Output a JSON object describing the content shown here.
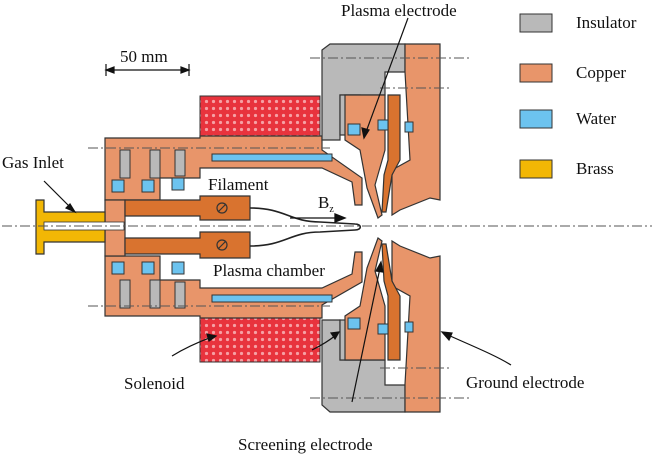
{
  "legend": {
    "items": [
      {
        "label": "Insulator",
        "color": "#b9b9b9"
      },
      {
        "label": "Copper",
        "color": "#e8956a"
      },
      {
        "label": "Water",
        "color": "#6cc3ef"
      },
      {
        "label": "Brass",
        "color": "#f2b705"
      }
    ]
  },
  "labels": {
    "plasma_electrode": "Plasma electrode",
    "scale_bar": "50 mm",
    "gas_inlet": "Gas Inlet",
    "filament": "Filament",
    "field": "B",
    "field_sub": "z",
    "plasma_chamber": "Plasma chamber",
    "solenoid": "Solenoid",
    "ground_electrode": "Ground electrode",
    "screening_electrode": "Screening electrode"
  },
  "colors": {
    "copper": "#e8956a",
    "copper_dark": "#d9732f",
    "insulator": "#b9b9b9",
    "water": "#6cc3ef",
    "brass": "#f2b705",
    "solenoid": "#e8333d",
    "outline": "#333333"
  }
}
